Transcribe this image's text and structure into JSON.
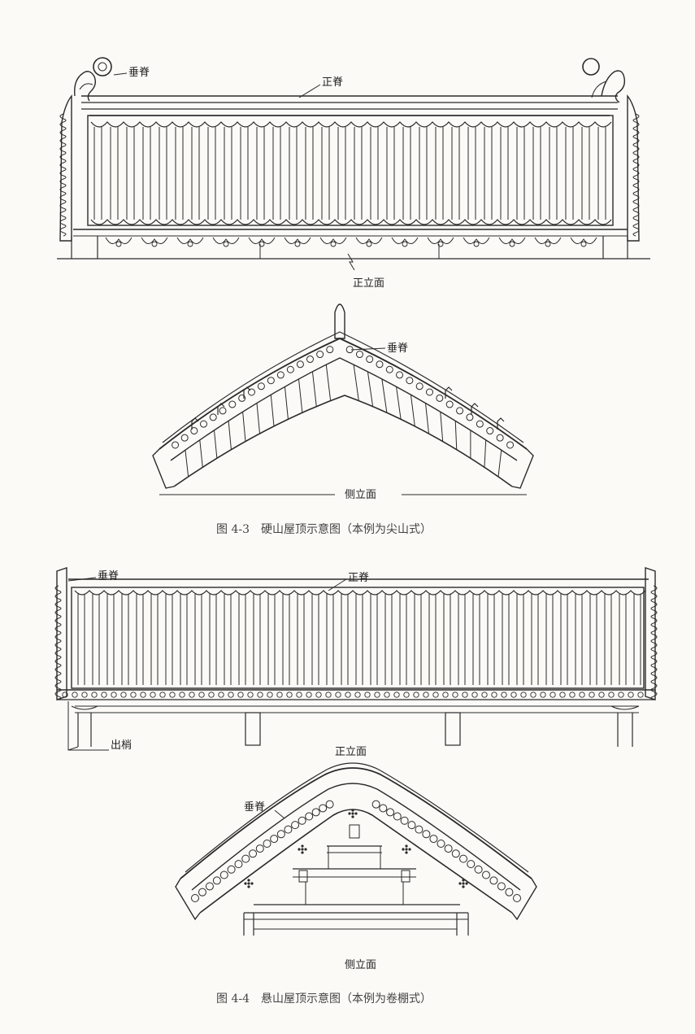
{
  "figure_4_3": {
    "caption": "图 4-3　硬山屋顶示意图（本例为尖山式）",
    "front": {
      "view_label": "正立面",
      "ridge_label": "正脊",
      "hip_label": "垂脊"
    },
    "side": {
      "view_label": "侧立面",
      "hip_label": "垂脊"
    }
  },
  "figure_4_4": {
    "caption": "图 4-4　悬山屋顶示意图（本例为卷棚式）",
    "front": {
      "view_label": "正立面",
      "ridge_label": "正脊",
      "hip_label": "垂脊",
      "overhang_label": "出梢"
    },
    "side": {
      "view_label": "侧立面",
      "hip_label": "垂脊"
    }
  }
}
